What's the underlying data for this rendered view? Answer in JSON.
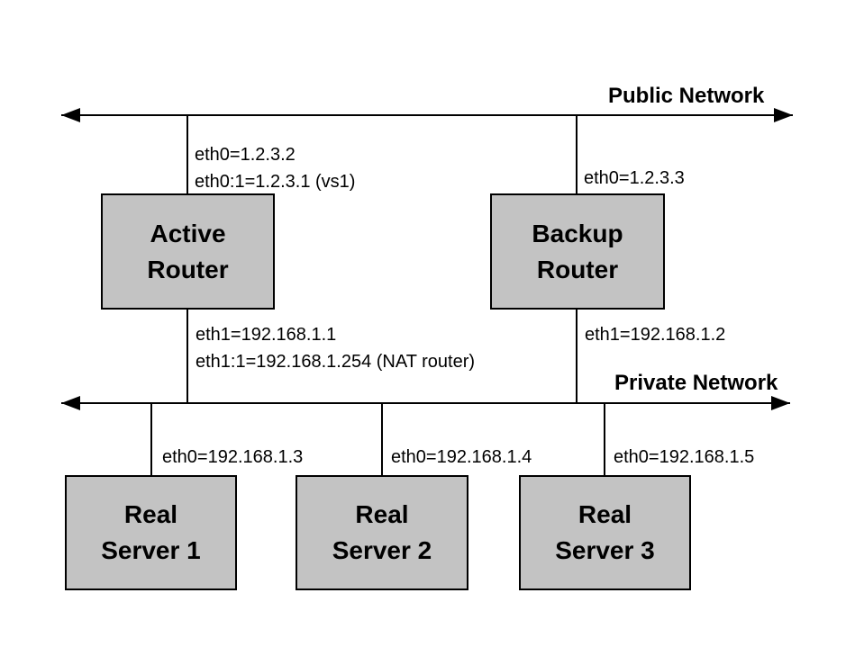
{
  "colors": {
    "background": "#ffffff",
    "node_fill": "#c3c3c3",
    "line_color": "#000000",
    "text_color": "#000000"
  },
  "networks": {
    "public": {
      "label": "Public Network"
    },
    "private": {
      "label": "Private Network"
    }
  },
  "nodes": {
    "active_router": {
      "line1": "Active",
      "line2": "Router",
      "eth0": "eth0=1.2.3.2",
      "eth0_alias": "eth0:1=1.2.3.1 (vs1)",
      "eth1": "eth1=192.168.1.1",
      "eth1_alias": "eth1:1=192.168.1.254 (NAT router)"
    },
    "backup_router": {
      "line1": "Backup",
      "line2": "Router",
      "eth0": "eth0=1.2.3.3",
      "eth1": "eth1=192.168.1.2"
    },
    "real_server_1": {
      "line1": "Real",
      "line2": "Server 1",
      "eth0": "eth0=192.168.1.3"
    },
    "real_server_2": {
      "line1": "Real",
      "line2": "Server 2",
      "eth0": "eth0=192.168.1.4"
    },
    "real_server_3": {
      "line1": "Real",
      "line2": "Server 3",
      "eth0": "eth0=192.168.1.5"
    }
  }
}
